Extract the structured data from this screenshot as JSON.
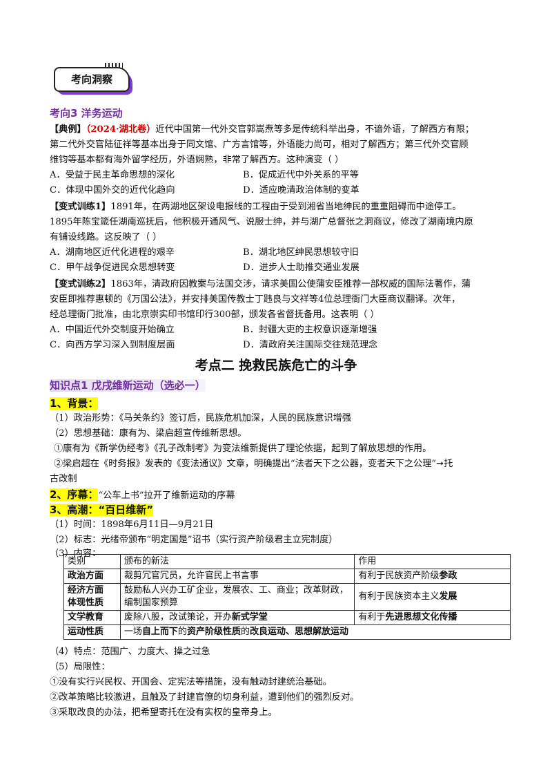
{
  "badge": "考向洞察",
  "topic_heading": "考向3 洋务运动",
  "example": {
    "tag": "【典例】",
    "source": "（2024·湖北卷）",
    "lines": [
      "近代中国第一代外交官郭嵩焘等多是传统科举出身，不谙外语，了解西方有限；",
      "第二代外交官陆征祥等基本出身于同文馆、广方言馆等，外语能力尚可，相对了解西方；第三代外交官顾",
      "维钧等基本都有海外留学经历，外语娴熟，非常了解西方。这种演变（            ）"
    ],
    "options": [
      "A．受益于民主革命思想的深化",
      "B．促成近代中外关系的平等",
      "C．体现中国外交的近代化趋向",
      "D．适应晚清政治体制的变革"
    ]
  },
  "drill1": {
    "tag": "【变式训练1】",
    "lines": [
      "1891年，在两湖地区架设电报线的工程由于受到湘省当地绅民的重重阻碍而中途停工。",
      "1895年陈宝箴任湖南巡抚后，他积极开通风气、说服士绅，并与湖广总督张之洞商议，修改了湖南境内原",
      "有铺设线路。这反映了（            ）"
    ],
    "options": [
      "A．湖南地区近代化进程的艰辛",
      "B．湖北地区绅民思想较守旧",
      "C．甲午战争促进民众思想转变",
      "D．进步人士助推交通业发展"
    ]
  },
  "drill2": {
    "tag": "【变式训练2】",
    "lines": [
      "1863年，清政府因教案与法国交涉，请求美国公使蒲安臣推荐一部权威的国际法著作，蒲",
      "安臣即推荐惠顿的《万国公法》，并安排美国传教士丁韪良与文祥等4位总理衙门大臣商议翻译。次年，",
      "经总理衙门批准，由北京崇实印书馆印行300部，颁发各省督抚备用。这表明（            ）"
    ],
    "options": [
      "A．中国近代外交制度开始确立",
      "B．封疆大吏的主权意识逐渐增强",
      "C．向西方学习深入到制度层面",
      "D．清政府关注国际交往规范理念"
    ]
  },
  "section_title": "考点二   挽救民族危亡的斗争",
  "knowledge_title": "知识点1 戊戌维新运动（选必一）",
  "background": {
    "heading": "1、背景：",
    "lines": [
      "（1）政治形势：《马关条约》签订后，民族危机加深，人民的民族意识增强",
      "（2）思想基础：康有为、梁启超宣传维新思想。",
      "①康有为《新学伪经考》《孔子改制考》为变法维新提供了理论依据，起到了解放思想的作用。",
      "②梁启超在《时务报》发表的《变法通议》文章，明确提出“法者天下之公器，变者天下之公理”➞托",
      "古改制"
    ]
  },
  "prelude": {
    "heading": "2、序幕：",
    "text": "“公车上书”拉开了维新运动的序幕"
  },
  "climax": {
    "heading": "3、高潮：",
    "name": "“百日维新”",
    "lines": [
      "（1）时间：1898年6月11日—9月21日",
      "（2）标志：光绪帝颁布“明定国是”诏书（实行资产阶级君主立宪制度）",
      "（3）内容："
    ]
  },
  "table": {
    "headers": [
      "类别",
      "颁布的新法",
      "作用"
    ],
    "rows": [
      {
        "cat": "政治方面",
        "law": "裁剪冗官冗员，允许官民上书言事",
        "effect_pre": "有利于民族资产阶级",
        "effect_bold": "参政"
      },
      {
        "cat": "经济方面\n体现性质",
        "law": "鼓励私人兴办工矿企业，发展农、工、商业；改革财政，编制国家预算",
        "effect_pre": "有利于民族资本主义",
        "effect_bold": "发展"
      },
      {
        "cat": "文学教育",
        "law_pre": "废除八股，改试策论，开办",
        "law_bold": "新式学堂",
        "effect_pre": "有利于",
        "effect_bold": "先进思想文化传播"
      }
    ],
    "nature_label": "运动性质",
    "nature": [
      "一场",
      "自上而下",
      "的",
      "资产阶级性质",
      "的",
      "改良运动",
      "、",
      "思想解放运动"
    ]
  },
  "features": "（4）特点：范围广、力度大、操之过急",
  "limits": {
    "heading": "（5）局限性：",
    "items": [
      "①没有实行兴民权、开国会、定宪法等措施，没有触动封建统治基础。",
      "②改革策略比较激进，且触及了封建官僚的切身利益，遭到他们的强烈反对。",
      "③采取改良的办法，把希望寄托在没有实权的皇帝身上。"
    ]
  }
}
